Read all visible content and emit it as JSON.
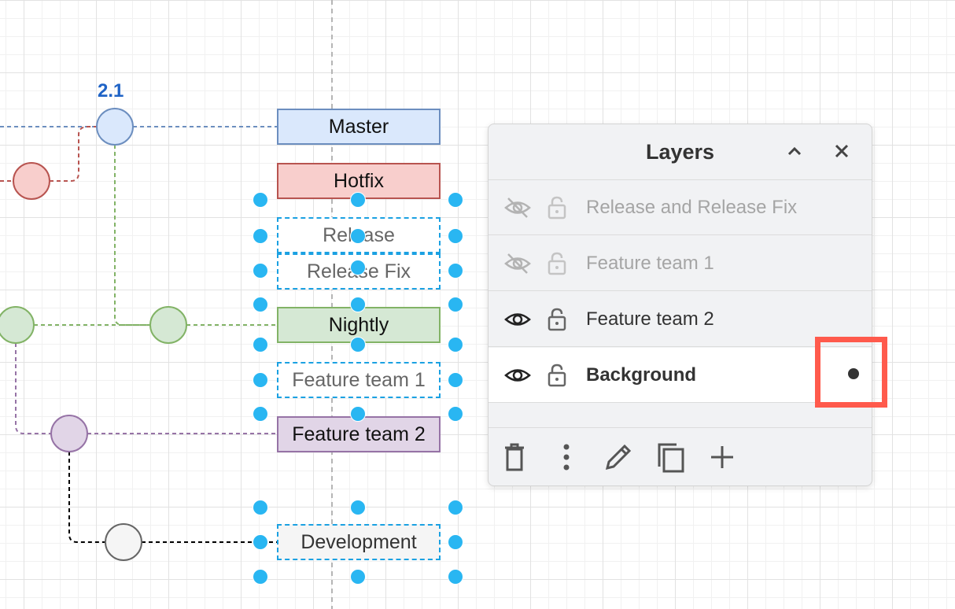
{
  "diagram": {
    "version_label": "2.1",
    "branches": {
      "master": "Master",
      "hotfix": "Hotfix",
      "release": "Release",
      "release_fix": "Release Fix",
      "nightly": "Nightly",
      "feature_team_1": "Feature team 1",
      "feature_team_2": "Feature team 2",
      "development": "Development"
    },
    "colors": {
      "master": "#6c8ebf",
      "hotfix": "#b85450",
      "nightly": "#82b366",
      "feature_team_2": "#9673a6",
      "development": "#000000",
      "selection": "#29b6f2",
      "highlight": "#ff5a4c"
    }
  },
  "layers_panel": {
    "title": "Layers",
    "collapse_icon": "chevron-up-icon",
    "close_icon": "close-icon",
    "layers": [
      {
        "name": "Release and Release Fix",
        "visible": false,
        "locked": false
      },
      {
        "name": "Feature team 1",
        "visible": false,
        "locked": false
      },
      {
        "name": "Feature team 2",
        "visible": true,
        "locked": false
      },
      {
        "name": "Background",
        "visible": true,
        "locked": false,
        "selected": true,
        "active": true
      }
    ],
    "toolbar": [
      "trash-icon",
      "more-vertical-icon",
      "pencil-icon",
      "duplicate-icon",
      "plus-icon"
    ]
  }
}
